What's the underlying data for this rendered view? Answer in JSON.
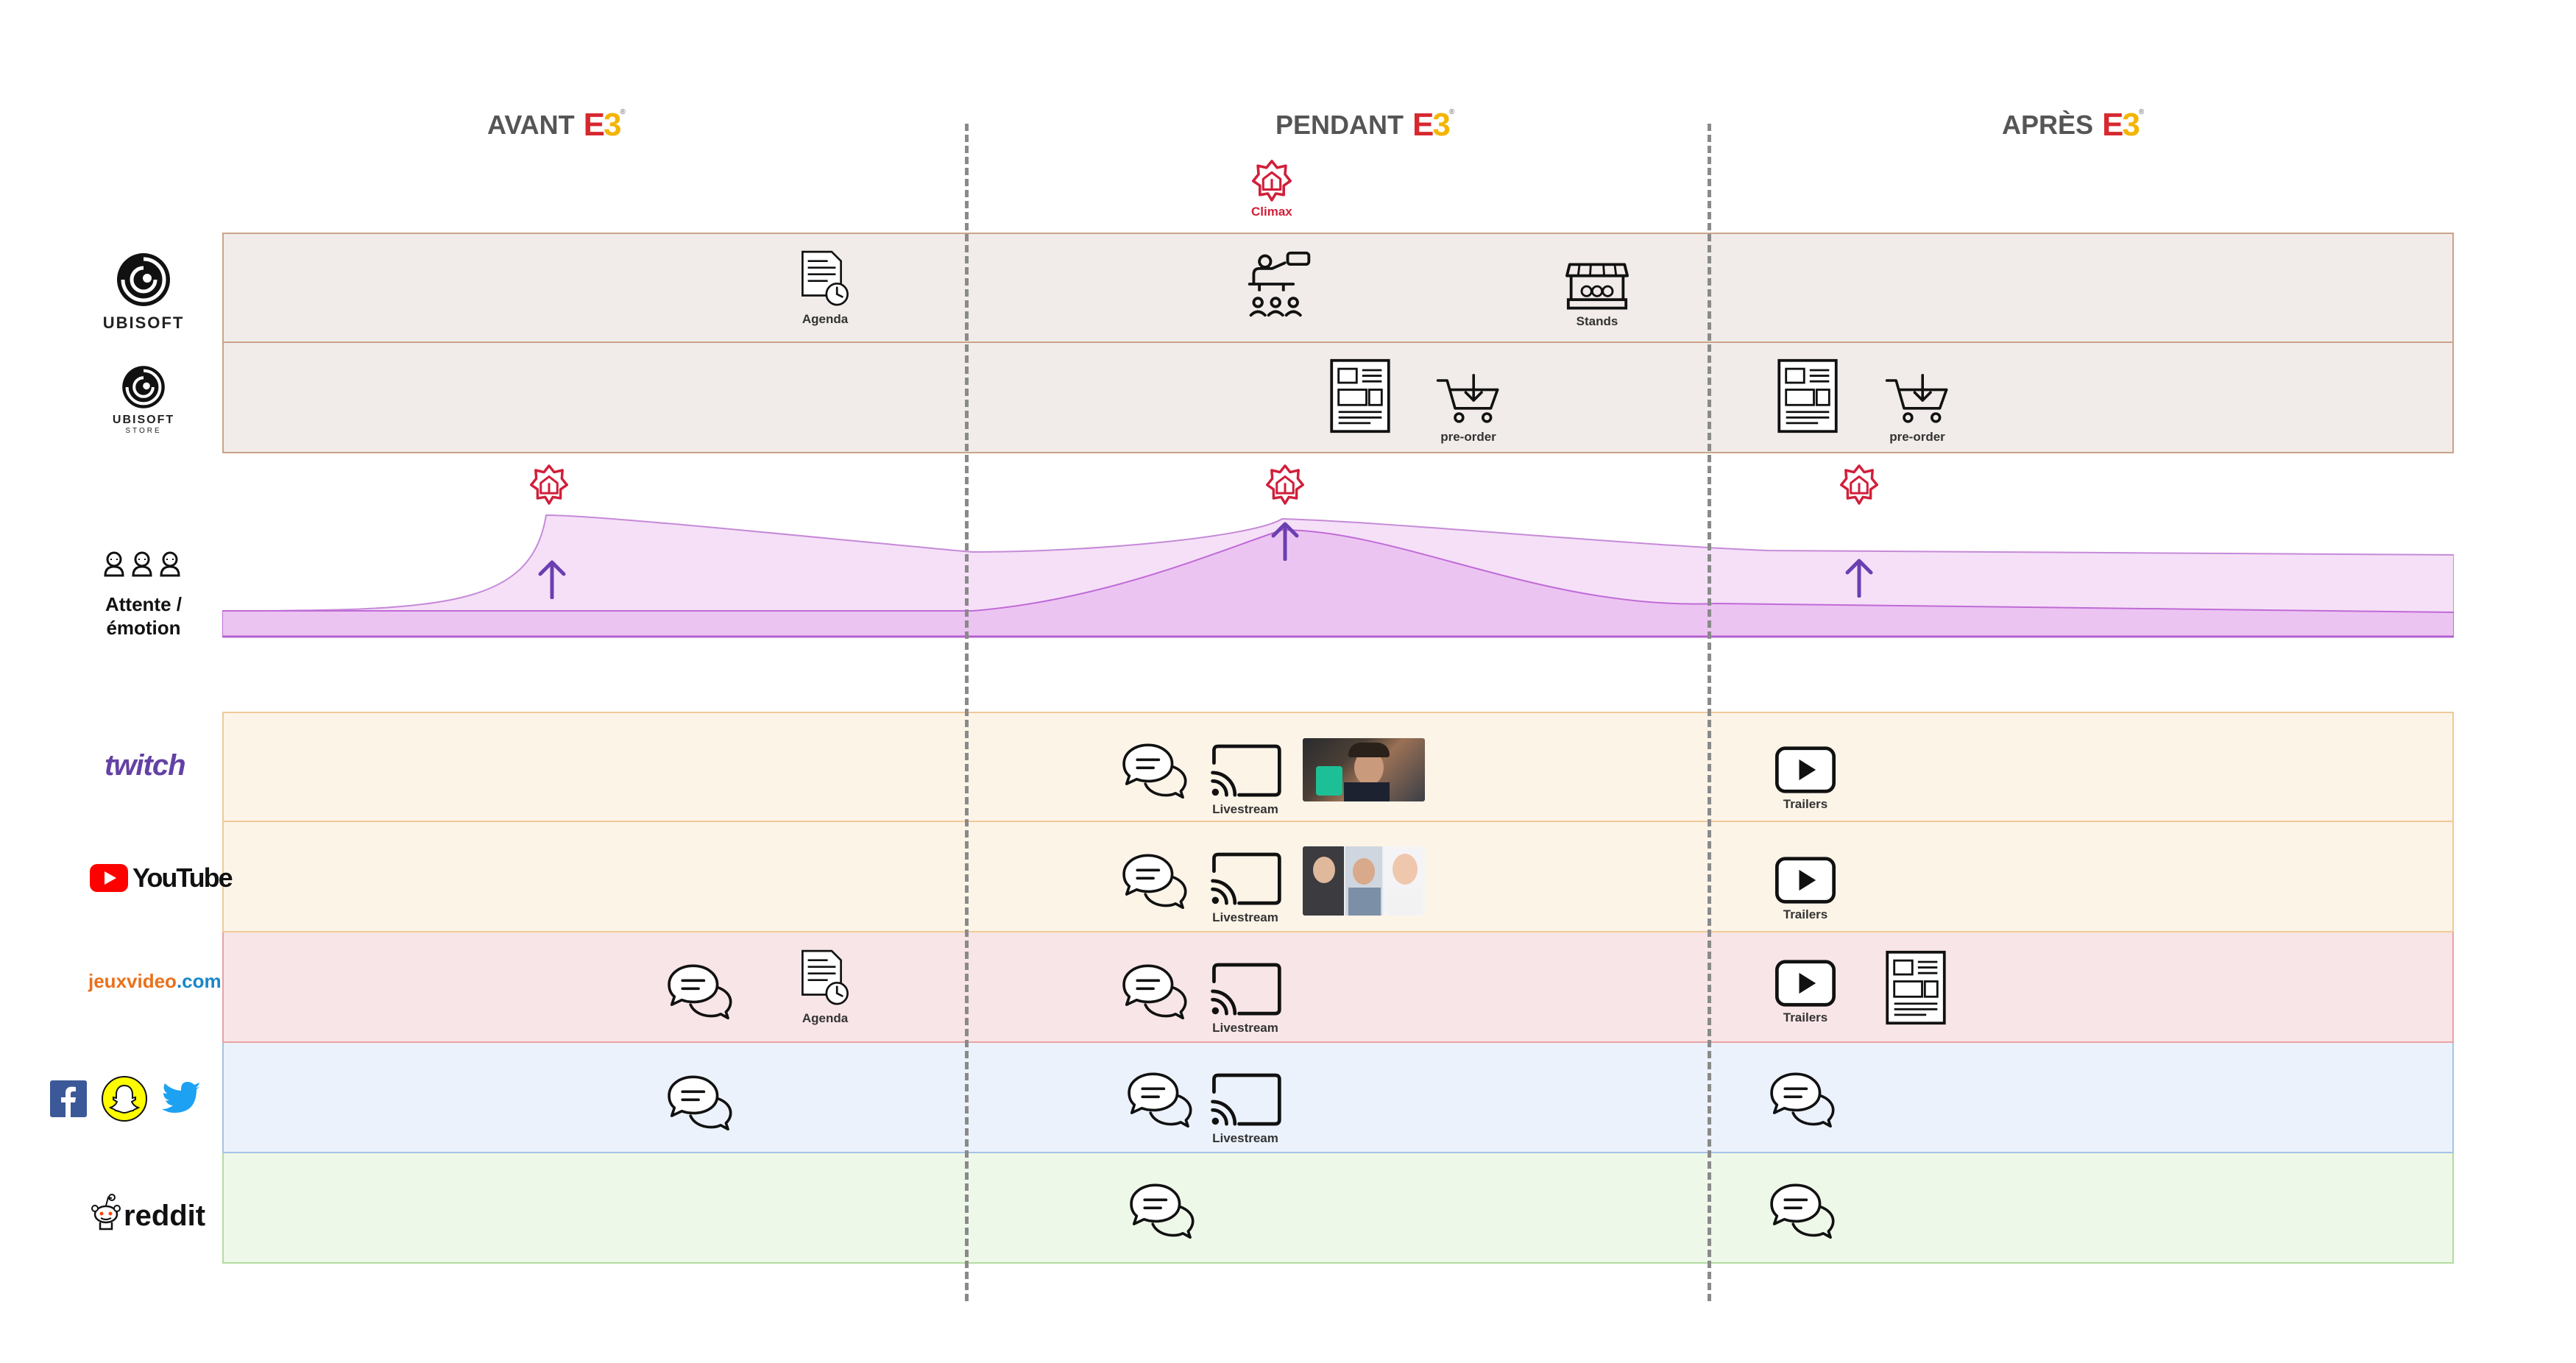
{
  "phases": {
    "before": "AVANT",
    "during": "PENDANT",
    "after": "APRÈS",
    "e3": "E3"
  },
  "captions": {
    "climax": "Climax",
    "agenda": "Agenda",
    "stands": "Stands",
    "preorder": "pre-order",
    "livestream": "Livestream",
    "trailers": "Trailers"
  },
  "rows": {
    "ubisoft": "UBISOFT",
    "ubisoft_store_line1": "UBISOFT",
    "ubisoft_store_line2": "STORE",
    "emotion_label_line1": "Attente /",
    "emotion_label_line2": "émotion",
    "twitch": "twitch",
    "youtube": "YouTube",
    "jv_main": "jeuxvideo",
    "jv_tld": ".com",
    "reddit": "reddit"
  },
  "colors": {
    "accent_red": "#d11f3a",
    "emotion_fill": "#f1d2f6",
    "emotion_stroke": "#c06bd6",
    "arrow_purple": "#6a3fb0",
    "twitch_purple": "#6441a5",
    "youtube_red": "#ff0000",
    "jv_orange": "#e9711c",
    "jv_blue": "#1a86c8",
    "facebook_blue": "#3b5998",
    "snapchat_yellow": "#fffc00",
    "twitter_blue": "#1da1f2"
  },
  "icons": [
    "climax-icon",
    "agenda-icon",
    "presentation-icon",
    "stand-icon",
    "newspaper-icon",
    "cart-icon",
    "chat-icon",
    "cast-icon",
    "play-icon",
    "people-icon"
  ]
}
